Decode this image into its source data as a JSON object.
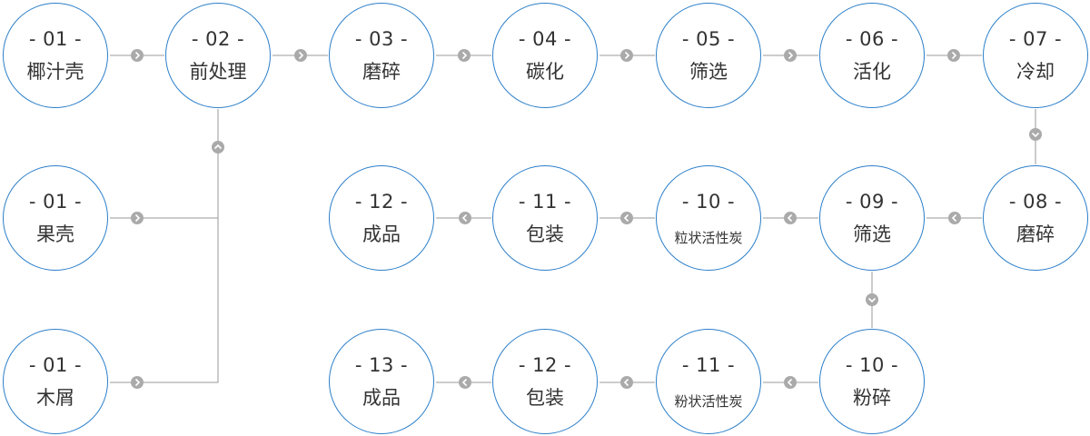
{
  "colors": {
    "circle_border": "#2c7fc9",
    "connector_line": "#999999",
    "arrow_badge": "#aaaaaa",
    "arrow_glyph": "#ffffff",
    "text": "#333333"
  },
  "nodes": [
    {
      "id": "n01a",
      "num": "- 01 -",
      "label": "椰汁壳"
    },
    {
      "id": "n02",
      "num": "- 02 -",
      "label": "前处理"
    },
    {
      "id": "n03",
      "num": "- 03 -",
      "label": "磨碎"
    },
    {
      "id": "n04",
      "num": "- 04 -",
      "label": "碳化"
    },
    {
      "id": "n05",
      "num": "- 05 -",
      "label": "筛选"
    },
    {
      "id": "n06",
      "num": "- 06 -",
      "label": "活化"
    },
    {
      "id": "n07",
      "num": "- 07 -",
      "label": "冷却"
    },
    {
      "id": "n01b",
      "num": "- 01 -",
      "label": "果壳"
    },
    {
      "id": "n12a",
      "num": "- 12 -",
      "label": "成品"
    },
    {
      "id": "n11a",
      "num": "- 11 -",
      "label": "包装"
    },
    {
      "id": "n10a",
      "num": "- 10 -",
      "label": "粒状活性炭"
    },
    {
      "id": "n09",
      "num": "- 09 -",
      "label": "筛选"
    },
    {
      "id": "n08",
      "num": "- 08 -",
      "label": "磨碎"
    },
    {
      "id": "n01c",
      "num": "- 01 -",
      "label": "木屑"
    },
    {
      "id": "n13",
      "num": "- 13 -",
      "label": "成品"
    },
    {
      "id": "n12b",
      "num": "- 12 -",
      "label": "包装"
    },
    {
      "id": "n11b",
      "num": "- 11 -",
      "label": "粉状活性炭"
    },
    {
      "id": "n10b",
      "num": "- 10 -",
      "label": "粉碎"
    }
  ],
  "edges": [
    {
      "from": "n01a",
      "to": "n02",
      "arrow": "right"
    },
    {
      "from": "n02",
      "to": "n03",
      "arrow": "right"
    },
    {
      "from": "n03",
      "to": "n04",
      "arrow": "right"
    },
    {
      "from": "n04",
      "to": "n05",
      "arrow": "right"
    },
    {
      "from": "n05",
      "to": "n06",
      "arrow": "right"
    },
    {
      "from": "n06",
      "to": "n07",
      "arrow": "right"
    },
    {
      "from": "n07",
      "to": "n08",
      "arrow": "down"
    },
    {
      "from": "n08",
      "to": "n09",
      "arrow": "left"
    },
    {
      "from": "n09",
      "to": "n10a",
      "arrow": "left"
    },
    {
      "from": "n10a",
      "to": "n11a",
      "arrow": "left"
    },
    {
      "from": "n11a",
      "to": "n12a",
      "arrow": "left"
    },
    {
      "from": "n09",
      "to": "n10b",
      "arrow": "down"
    },
    {
      "from": "n10b",
      "to": "n11b",
      "arrow": "left"
    },
    {
      "from": "n11b",
      "to": "n12b",
      "arrow": "left"
    },
    {
      "from": "n12b",
      "to": "n13",
      "arrow": "left"
    },
    {
      "from": "n01b",
      "to": "n02",
      "arrow": "right"
    },
    {
      "from": "n01c",
      "to": "n02",
      "arrow": "right"
    }
  ]
}
